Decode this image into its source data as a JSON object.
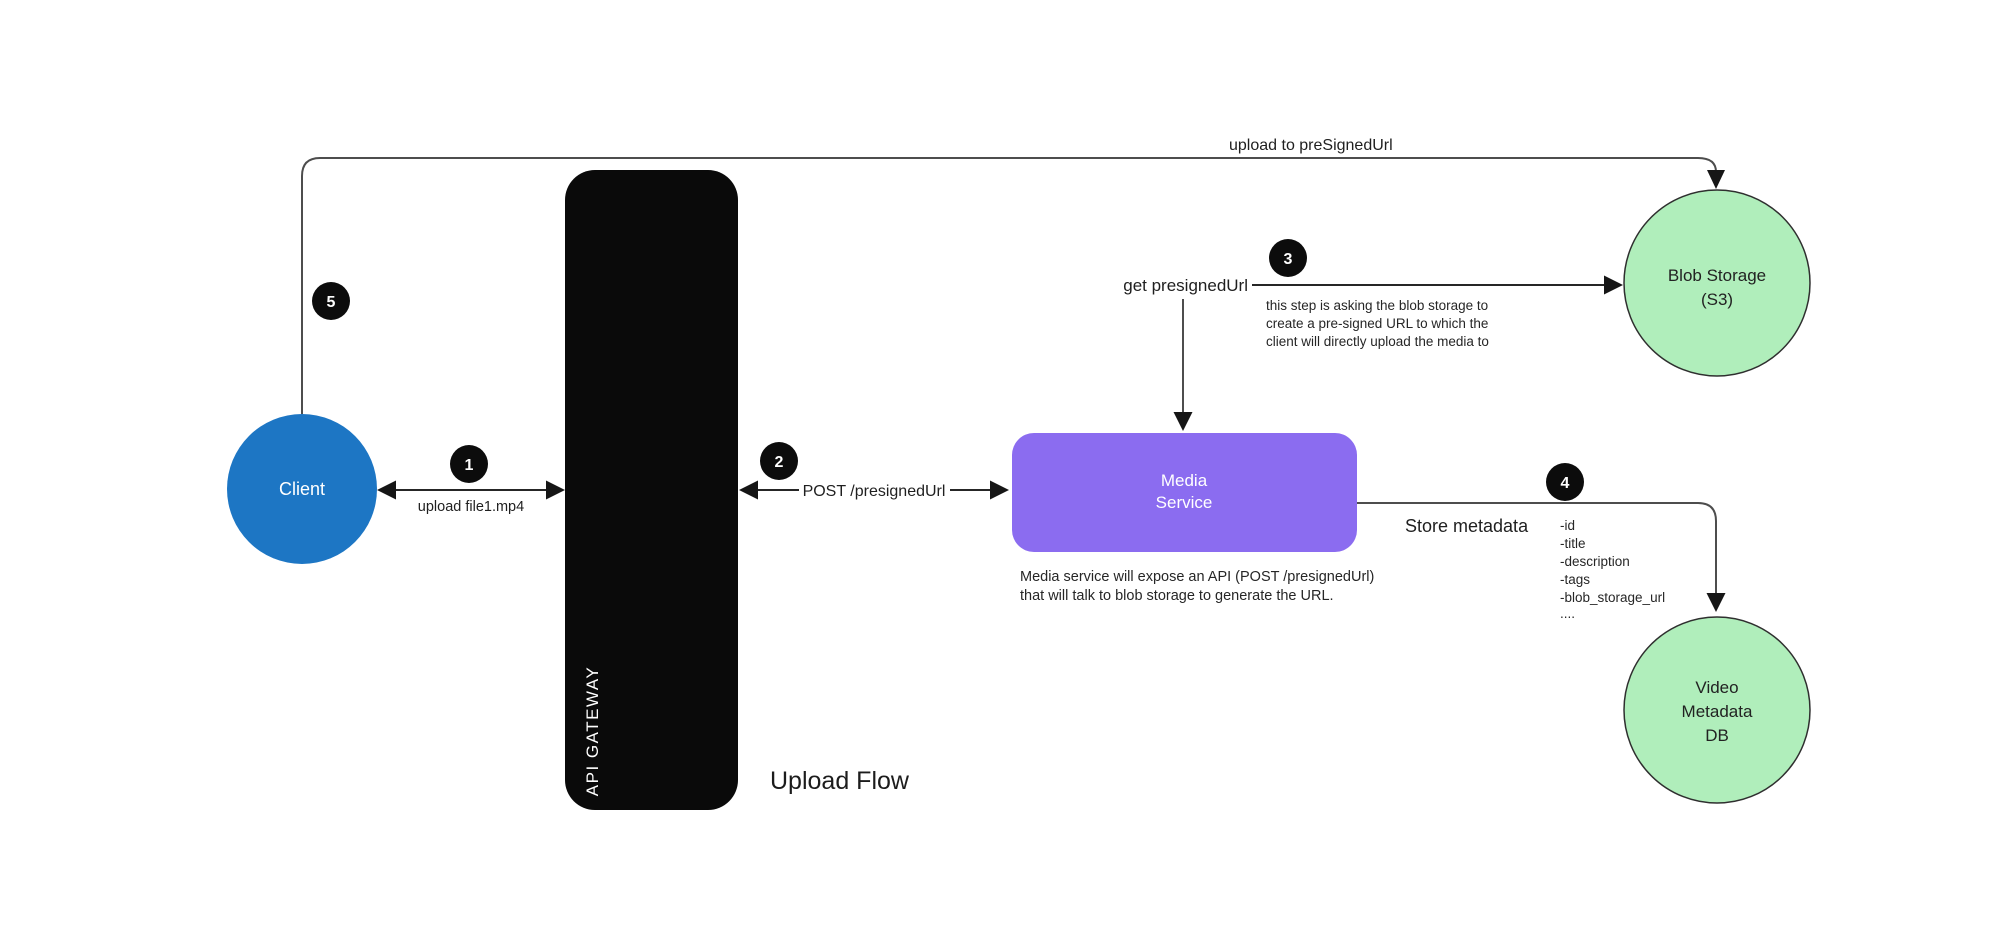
{
  "diagram": {
    "title": "Upload Flow",
    "colors": {
      "client_fill": "#1d76c4",
      "api_gateway_fill": "#0a0a0a",
      "media_service_fill": "#8b6cf0",
      "datastore_fill": "#b0eebb",
      "datastore_stroke": "#2f2f2f",
      "badge_fill": "#0c0c0c",
      "line": "#4d4d4d",
      "text": "#1f1f1f"
    },
    "nodes": {
      "client": {
        "label": "Client"
      },
      "api_gateway": {
        "label": "API GATEWAY"
      },
      "media_service": {
        "label_lines": [
          "Media",
          "Service"
        ],
        "note_lines": [
          "Media service will expose an API (POST /presignedUrl)",
          "that will talk to blob storage to generate the URL."
        ]
      },
      "blob_storage": {
        "label_lines": [
          "Blob Storage",
          "(S3)"
        ]
      },
      "video_metadata_db": {
        "label_lines": [
          "Video",
          "Metadata",
          "DB"
        ]
      }
    },
    "steps": [
      {
        "number": "1",
        "label": "upload file1.mp4"
      },
      {
        "number": "2",
        "label": "POST /presignedUrl"
      },
      {
        "number": "3",
        "label": "get presignedUrl",
        "note_lines": [
          "this step is asking  the blob storage to",
          "create a pre-signed URL to which the",
          "client will directly upload the media to"
        ]
      },
      {
        "number": "4",
        "label": "Store metadata",
        "metadata_lines": [
          "-id",
          "-title",
          "-description",
          "-tags",
          "-blob_storage_url",
          "...."
        ]
      },
      {
        "number": "5",
        "label": "upload to preSignedUrl"
      }
    ]
  }
}
